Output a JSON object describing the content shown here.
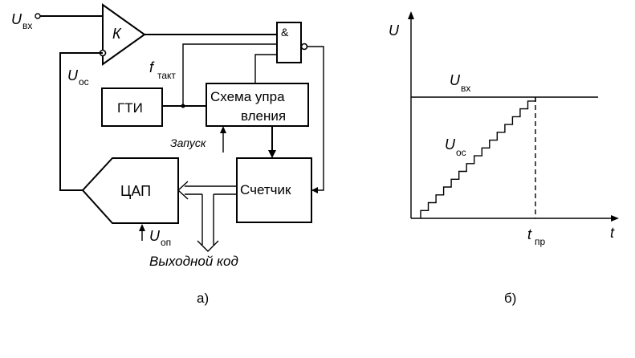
{
  "diagram_a": {
    "caption": "а)",
    "input_label": {
      "main": "U",
      "sub": "вх"
    },
    "comparator_label": "К",
    "and_gate_label": "&",
    "feedback_label": {
      "main": "U",
      "sub": "ос"
    },
    "clock_label": {
      "main": "f",
      "sub": "такт"
    },
    "pulse_gen_label": "ГТИ",
    "control_label_line1": "Схема упра",
    "control_label_line2": "вления",
    "start_label": "Запуск",
    "counter_label": "Счетчик",
    "dac_label": "ЦАП",
    "reference_label": {
      "main": "U",
      "sub": "оп"
    },
    "output_code_label": "Выходной код"
  },
  "diagram_b": {
    "caption": "б)",
    "y_axis_label": "U",
    "x_axis_label": "t",
    "input_level_label": {
      "main": "U",
      "sub": "вх"
    },
    "staircase_label": {
      "main": "U",
      "sub": "ос"
    },
    "conversion_time_label": {
      "main": "t",
      "sub": "пр"
    }
  }
}
